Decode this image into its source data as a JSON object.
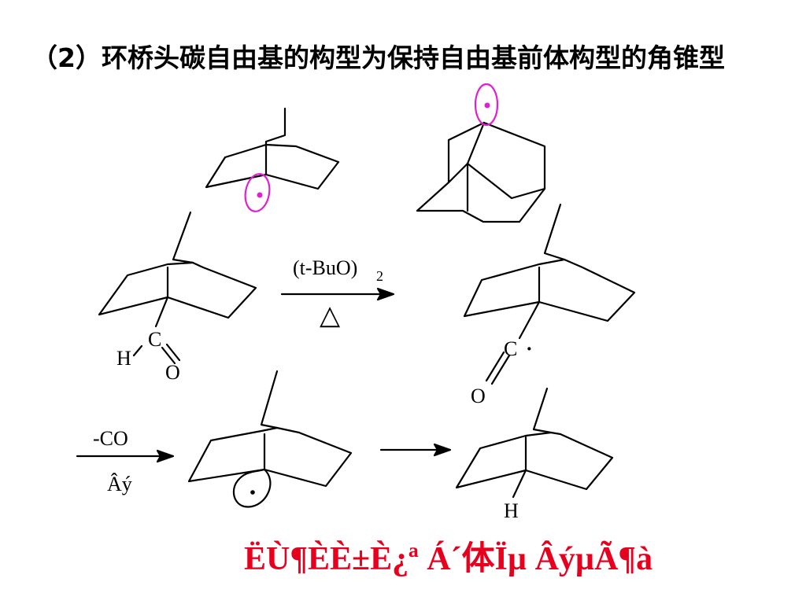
{
  "heading": "（2）环桥头碳自由基的构型为保持自由基前体构型的角锥型",
  "reagent_top": "(t-BuO)",
  "reagent_top_sub": "2",
  "reagent_bottom": "△",
  "step2_top": "-CO",
  "step2_bottom": "Âý",
  "atom_H_left": "H",
  "atom_C_left": "C",
  "atom_O_left": "O",
  "atom_C_right": "C",
  "radical_dot": "·",
  "atom_O_right": "O",
  "atom_H_product": "H",
  "caption": "ËÙ¶ÈÈ±È¿ª Á´体Ïµ ÂýµÃ¶à",
  "colors": {
    "orbital": "#e020d0",
    "caption": "#e6001e"
  }
}
